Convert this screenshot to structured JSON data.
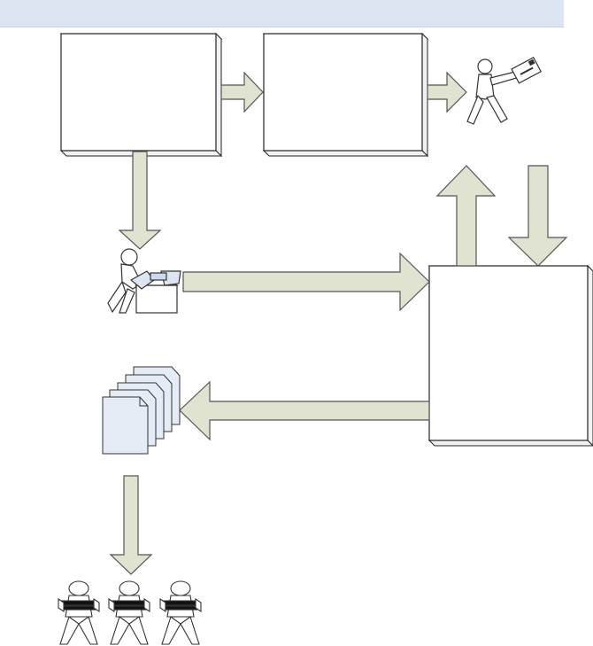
{
  "header": {
    "title": ""
  },
  "diagram": {
    "boxes": [
      {
        "id": "box-1",
        "label": ""
      },
      {
        "id": "box-2",
        "label": ""
      },
      {
        "id": "box-3",
        "label": ""
      }
    ]
  },
  "colors": {
    "arrow_fill": "#dfe3cf",
    "arrow_stroke": "#555555",
    "header_fill": "#dce6f2",
    "doc_fill": "#e6ecf6",
    "box_fill": "#ffffff"
  },
  "icons": [
    "mail-carrier-icon",
    "person-packing-box-icon",
    "document-stack-icon",
    "person-carrying-books-icon"
  ]
}
